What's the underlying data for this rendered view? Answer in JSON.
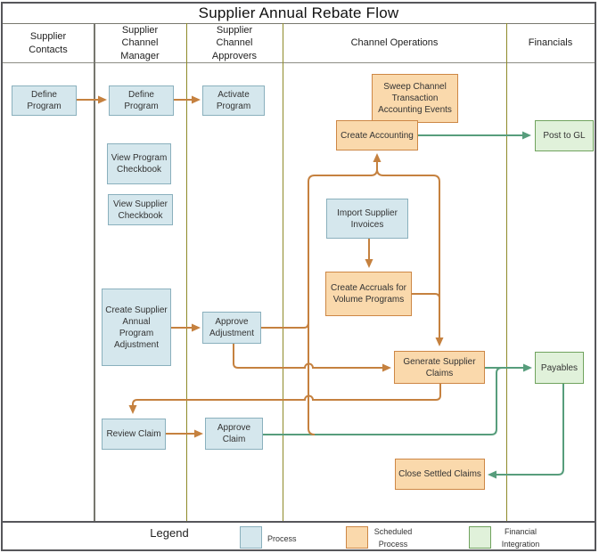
{
  "title": "Supplier Annual Rebate Flow",
  "lanes": [
    {
      "label": "Supplier Contacts"
    },
    {
      "label": "Supplier Channel Manager"
    },
    {
      "label": "Supplier Channel Approvers"
    },
    {
      "label": "Channel Operations"
    },
    {
      "label": "Financials"
    }
  ],
  "nodes": {
    "define_program_contacts": {
      "label": "Define Program",
      "type": "process"
    },
    "define_program_manager": {
      "label": "Define Program",
      "type": "process"
    },
    "activate_program": {
      "label": "Activate Program",
      "type": "process"
    },
    "view_program_checkbook": {
      "label": "View Program Checkbook",
      "type": "process"
    },
    "view_supplier_checkbook": {
      "label": "View Supplier Checkbook",
      "type": "process"
    },
    "create_supplier_annual_program_adjustment": {
      "label": "Create Supplier Annual Program Adjustment",
      "type": "process"
    },
    "approve_adjustment": {
      "label": "Approve Adjustment",
      "type": "process"
    },
    "review_claim": {
      "label": "Review Claim",
      "type": "process"
    },
    "approve_claim": {
      "label": "Approve Claim",
      "type": "process"
    },
    "sweep_channel_transaction_accounting_events": {
      "label": "Sweep Channel Transaction Accounting Events",
      "type": "scheduled"
    },
    "create_accounting": {
      "label": "Create Accounting",
      "type": "scheduled"
    },
    "import_supplier_invoices": {
      "label": "Import Supplier Invoices",
      "type": "process"
    },
    "create_accruals_for_volume_programs": {
      "label": "Create Accruals for Volume Programs",
      "type": "scheduled"
    },
    "generate_supplier_claims": {
      "label": "Generate Supplier Claims",
      "type": "scheduled"
    },
    "close_settled_claims": {
      "label": "Close Settled Claims",
      "type": "scheduled"
    },
    "post_to_gl": {
      "label": "Post to GL",
      "type": "integration"
    },
    "payables": {
      "label": "Payables",
      "type": "integration"
    }
  },
  "legend": {
    "title": "Legend",
    "process": "Process",
    "scheduled": "Scheduled Process",
    "integration": "Financial Integration"
  },
  "colors": {
    "process_fill": "#d5e7ed",
    "process_border": "#8ab0bd",
    "scheduled_fill": "#fad9ac",
    "scheduled_border": "#cd8745",
    "integration_fill": "#e0f1da",
    "integration_border": "#70a35e",
    "flow_arrow": "#c5813f",
    "integration_arrow": "#579d7c",
    "lane_divider_gray": "#76766e",
    "lane_divider_olive": "#8e8a29"
  }
}
